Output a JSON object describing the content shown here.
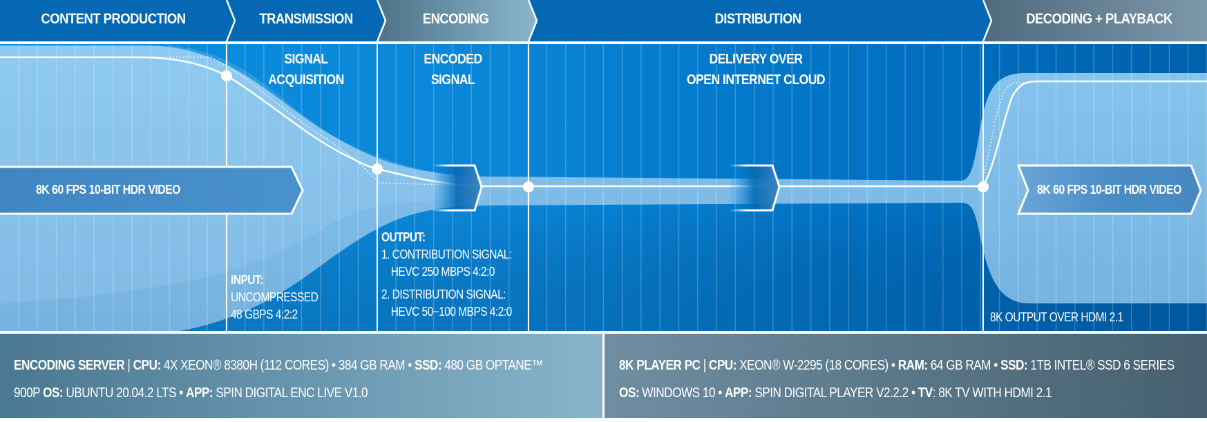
{
  "stages": [
    {
      "label": "CONTENT PRODUCTION"
    },
    {
      "label": "TRANSMISSION"
    },
    {
      "label": "ENCODING"
    },
    {
      "label": "DISTRIBUTION"
    },
    {
      "label": "DECODING + PLAYBACK"
    }
  ],
  "sublabels": {
    "signal_acquisition": [
      "SIGNAL",
      "ACQUISITION"
    ],
    "encoded_signal": [
      "ENCODED",
      "SIGNAL"
    ],
    "delivery": [
      "DELIVERY OVER",
      "OPEN INTERNET CLOUD"
    ]
  },
  "source_video": "8K 60 FPS 10-BIT HDR VIDEO",
  "output_video": "8K 60 FPS 10-BIT HDR VIDEO",
  "input_note": {
    "title": "INPUT:",
    "lines": [
      "UNCOMPRESSED",
      "48 GBPS 4:2:2"
    ]
  },
  "output_note": {
    "title": "OUTPUT:",
    "item1_title": "1. CONTRIBUTION SIGNAL:",
    "item1_value": "HEVC 250 MBPS 4:2:0",
    "item2_title": "2. DISTRIBUTION SIGNAL:",
    "item2_value": "HEVC 50−100 MBPS 4:2:0"
  },
  "hdmi_note": "8K OUTPUT OVER HDMI 2.1",
  "encoding_server": {
    "name": "ENCODING SERVER",
    "sep": " | ",
    "cpu_label": "CPU:",
    "cpu_value": " 4X XEON® 8380H (112 CORES) • 384 GB RAM • ",
    "ssd_label": "SSD:",
    "ssd_value": " 480 GB OPTANE™",
    "line2_prefix": "900P ",
    "os_label": "OS:",
    "os_value": " UBUNTU 20.04.2 LTS • ",
    "app_label": "APP:",
    "app_value": " SPIN DIGITAL ENC LIVE V1.0"
  },
  "player_pc": {
    "name": "8K PLAYER PC",
    "sep": " | ",
    "cpu_label": "CPU:",
    "cpu_value": " XEON® W-2295 (18 CORES) • ",
    "ram_label": "RAM:",
    "ram_value": " 64 GB RAM • ",
    "ssd_label": "SSD:",
    "ssd_value": " 1TB INTEL® SSD 6 SERIES",
    "os_label": "OS:",
    "os_value": " WINDOWS 10 • ",
    "app_label": "APP:",
    "app_value": " SPIN DIGITAL PLAYER V2.2.2 • ",
    "tv_label": "TV",
    "tv_value": ": 8K TV WITH HDMI 2.1"
  },
  "colors": {
    "header_blue": "#0468b4",
    "header_gray_dark": "#4e6d80",
    "header_gray_light": "#86afc8",
    "flow_light": "#86c4ee",
    "bg_blue": "#0a86d8",
    "bg_deep": "#0060ac",
    "footer_left_dark": "#4a7890",
    "footer_left_light": "#86b2ca",
    "footer_right_light": "#6b8a9e",
    "footer_right_dark": "#4a6070"
  }
}
